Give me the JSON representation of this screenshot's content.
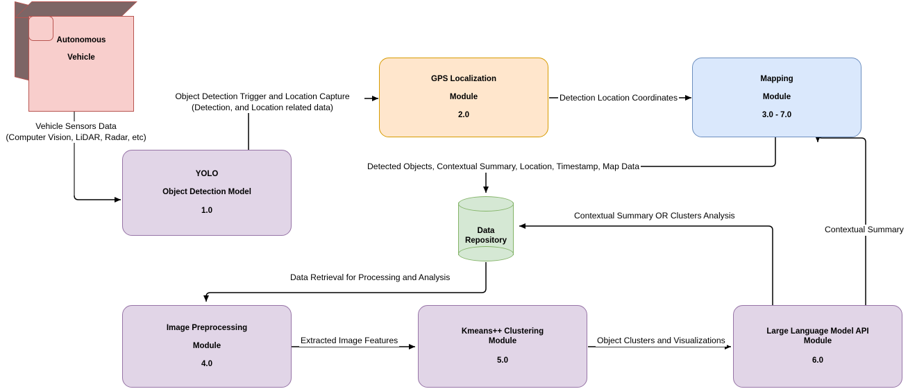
{
  "diagram": {
    "title": "Autonomous Vehicle Object Detection Data Flow Diagram",
    "colors": {
      "entity_fill": "#f8cecc",
      "entity_stroke": "#b85450",
      "entity_shadow": "#7d6565",
      "process_purple_fill": "#e1d5e7",
      "process_purple_stroke": "#9673a6",
      "process_orange_fill": "#ffe6cc",
      "process_orange_stroke": "#d79b00",
      "process_blue_fill": "#dae8fc",
      "process_blue_stroke": "#6c8ebf",
      "datastore_fill": "#d5e8d4",
      "datastore_stroke": "#82b366",
      "edge_black": "#000000",
      "edge_gray": "#666666"
    }
  },
  "nodes": {
    "vehicle": {
      "line1": "Autonomous",
      "line2": "Vehicle"
    },
    "yolo": {
      "line1": "YOLO",
      "line2": "Object Detection Model",
      "line3": "1.0"
    },
    "gps": {
      "line1": "GPS Localization",
      "line2": "Module",
      "line3": "2.0"
    },
    "mapping": {
      "line1": "Mapping",
      "line2": "Module",
      "line3": "3.0 - 7.0"
    },
    "repository": {
      "line1": "Data",
      "line2": "Repository"
    },
    "preprocessing": {
      "line1": "Image Preprocessing",
      "line2": "Module",
      "line3": "4.0"
    },
    "kmeans": {
      "line1": "Kmeans++ Clustering",
      "line2": "Module",
      "line3": "5.0"
    },
    "llm": {
      "line1": "Large Language Model API",
      "line2": "Module",
      "line3": "6.0"
    }
  },
  "edges": {
    "vehicle_to_yolo": {
      "line1": "Vehicle Sensors Data",
      "line2": "(Computer Vision, LiDAR, Radar, etc)"
    },
    "yolo_to_gps": {
      "line1": "Object Detection Trigger and Location Capture",
      "line2": "(Detection, and Location related data)"
    },
    "gps_to_mapping": {
      "line1": "Detection Location Coordinates"
    },
    "mapping_to_repository": {
      "line1": "Detected Objects, Contextual Summary, Location, Timestamp, Map Data"
    },
    "llm_to_repository": {
      "line1": "Contextual Summary OR Clusters Analysis"
    },
    "llm_to_mapping": {
      "line1": "Contextual Summary"
    },
    "repository_to_preprocessing": {
      "line1": "Data Retrieval for Processing and Analysis"
    },
    "preprocessing_to_kmeans": {
      "line1": "Extracted Image Features"
    },
    "kmeans_to_llm": {
      "line1": "Object Clusters and Visualizations"
    }
  }
}
